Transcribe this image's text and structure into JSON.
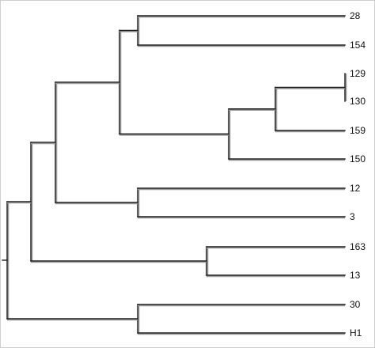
{
  "tree": {
    "leaves": [
      {
        "id": "28",
        "label": "28"
      },
      {
        "id": "154",
        "label": "154"
      },
      {
        "id": "129",
        "label": "129"
      },
      {
        "id": "130",
        "label": "130"
      },
      {
        "id": "159",
        "label": "159"
      },
      {
        "id": "150",
        "label": "150"
      },
      {
        "id": "12",
        "label": "12"
      },
      {
        "id": "3",
        "label": "3"
      },
      {
        "id": "163",
        "label": "163"
      },
      {
        "id": "13",
        "label": "13"
      },
      {
        "id": "30",
        "label": "30"
      },
      {
        "id": "H1",
        "label": "H1"
      }
    ],
    "colors": {
      "branch": "#1a1a1a",
      "branch_shadow": "#9a9a9a",
      "label": "#111111",
      "background": "#ffffff",
      "border": "#cfcfcf"
    }
  }
}
